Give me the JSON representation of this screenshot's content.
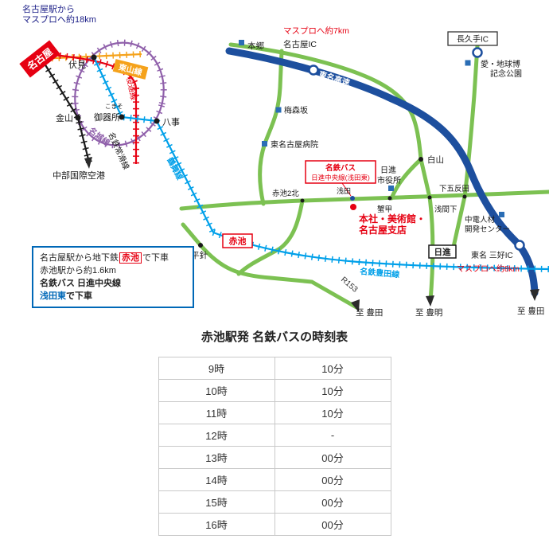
{
  "colors": {
    "accent_red": "#e60012",
    "info_blue": "#0068b7",
    "note_navy": "#1d2088",
    "road_green": "#7cc152",
    "expressway_blue": "#1d4f9e",
    "tsurumai_blue": "#00a0e9",
    "meijo_purple": "#9061ab",
    "higashiyama_orange": "#f5a21b",
    "meitetsu_black": "#1a1a1a",
    "marker_blue": "#2a6db5"
  },
  "subway_map": {
    "note_line1": "名古屋駅から",
    "note_line2": "マスプロへ約18km",
    "nagoya": "名古屋",
    "higashiyama_line": "東山線",
    "sakuradori_line": "桜通線",
    "meijo_line": "名城線",
    "tsurumai_line": "鶴舞線",
    "meitetsu_tokoname_line": "名鉄常滑線",
    "fushimi": "伏見",
    "gokiso_kana": "こきそ",
    "gokiso": "御器所",
    "yagoto": "八事",
    "kanayama": "金山",
    "airport": "中部国際空港"
  },
  "road_map": {
    "maspro_7km": "マスプロへ約7km",
    "nagoya_ic": "名古屋IC",
    "hongo": "本郷",
    "nagakute_ic": "長久手IC",
    "expo_line1": "愛・地球博",
    "expo_line2": "記念公園",
    "tomei_expwy": "東名高速",
    "umemorizaka": "梅森坂",
    "hospital": "東名古屋病院",
    "hakusan": "白山",
    "cityhall_line1": "日進",
    "cityhall_line2": "市役所",
    "bus_line1": "名鉄バス",
    "bus_line2": "日進中央線(浅田東)",
    "asada": "浅田",
    "akaike2n": "赤池2北",
    "office_line1": "本社・美術館・",
    "office_line2": "名古屋支店",
    "kaniko": "蟹甲",
    "sengenshita": "浅間下",
    "shimogotanda": "下五反田",
    "chuden_line1": "中電人材",
    "chuden_line2": "開発センター",
    "akaike": "赤池",
    "hirabari": "平針",
    "r153": "R153",
    "toyota_line": "名鉄豊田線",
    "nisshin": "日進",
    "miyoshi_ic": "東名 三好IC",
    "maspro_8km": "マスプロへ約8km",
    "to_toyota_1": "至 豊田",
    "to_toyoake": "至 豊明",
    "to_toyota_2": "至 豊田"
  },
  "info_box": {
    "line1_pre": "名古屋駅から地下鉄",
    "line1_station": "赤池",
    "line1_post": "で下車",
    "line2": "赤池駅から約1.6km",
    "line3": "名鉄バス 日進中央線",
    "line4_stop": "浅田東",
    "line4_post": "で下車"
  },
  "timetable": {
    "title": "赤池駅発 名鉄バスの時刻表",
    "rows": [
      {
        "hour": "9時",
        "minute": "10分"
      },
      {
        "hour": "10時",
        "minute": "10分"
      },
      {
        "hour": "11時",
        "minute": "10分"
      },
      {
        "hour": "12時",
        "minute": "-"
      },
      {
        "hour": "13時",
        "minute": "00分"
      },
      {
        "hour": "14時",
        "minute": "00分"
      },
      {
        "hour": "15時",
        "minute": "00分"
      },
      {
        "hour": "16時",
        "minute": "00分"
      }
    ]
  }
}
